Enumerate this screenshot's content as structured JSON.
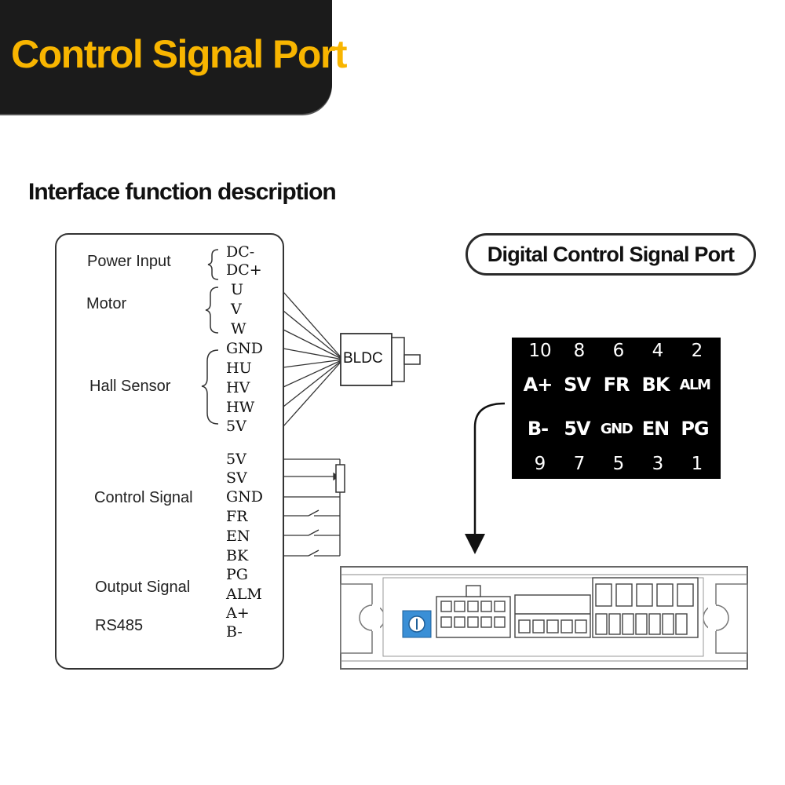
{
  "banner": {
    "title": "Control Signal Port"
  },
  "section": {
    "title": "Interface function description"
  },
  "port_pill": {
    "label": "Digital Control Signal Port"
  },
  "groups": {
    "power": "Power Input",
    "motor": "Motor",
    "hall": "Hall Sensor",
    "control": "Control Signal",
    "output": "Output Signal",
    "rs485": "RS485"
  },
  "terminals": [
    "DC-",
    "DC+",
    "U",
    "V",
    "W",
    "GND",
    "HU",
    "HV",
    "HW",
    "5V",
    "5V",
    "SV",
    "GND",
    "FR",
    "EN",
    "BK",
    "PG",
    "ALM",
    "A+",
    "B-"
  ],
  "motor_box": {
    "label": "BLDC"
  },
  "pinout": {
    "top_numbers": [
      "10",
      "8",
      "6",
      "4",
      "2"
    ],
    "top_row": [
      "A+",
      "SV",
      "FR",
      "BK",
      "ALM"
    ],
    "bottom_row": [
      "B-",
      "5V",
      "GND",
      "EN",
      "PG"
    ],
    "bottom_numbers": [
      "9",
      "7",
      "5",
      "3",
      "1"
    ]
  },
  "colors": {
    "banner_bg": "#1b1b1b",
    "banner_text": "#f8b500",
    "potentiometer": "#3a8fd6"
  }
}
